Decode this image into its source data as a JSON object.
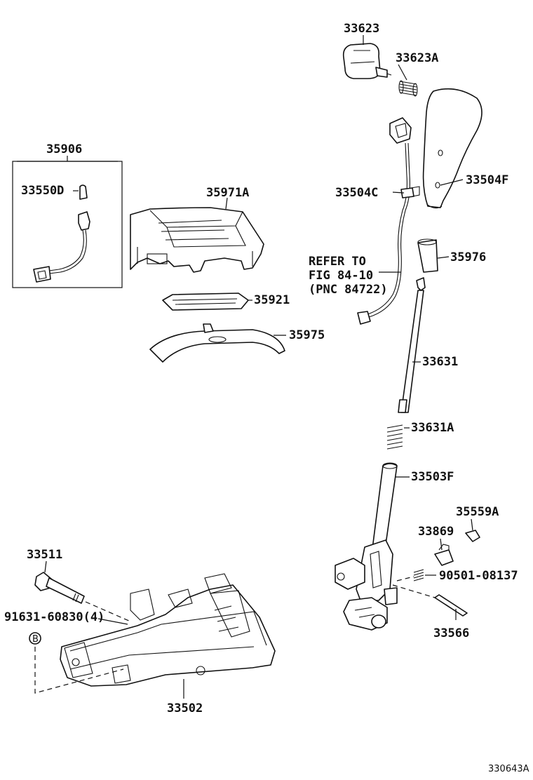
{
  "labels": {
    "p33623": "33623",
    "p33623A": "33623A",
    "p35906": "35906",
    "p33550D": "33550D",
    "p35971A": "35971A",
    "p33504C": "33504C",
    "p33504F": "33504F",
    "refer1": "REFER TO",
    "refer2": "FIG 84-10",
    "refer3": "(PNC 84722)",
    "p35976": "35976",
    "p35921": "35921",
    "p35975": "35975",
    "p33631": "33631",
    "p33631A": "33631A",
    "p33503F": "33503F",
    "p35559A": "35559A",
    "p33869": "33869",
    "p90501": "90501-08137",
    "p33566": "33566",
    "p33511": "33511",
    "p91631": "91631-60830(4)",
    "circleB": "B",
    "p33502": "33502",
    "drawing_id": "330643A"
  },
  "colors": {
    "ink": "#111111",
    "paper": "#ffffff"
  }
}
